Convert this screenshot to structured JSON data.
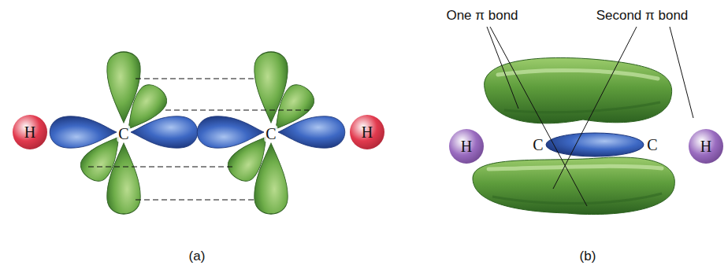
{
  "diagram": {
    "nodes": [
      {
        "text": [
          "H"
        ]
      },
      {
        "text": [
          "H"
        ]
      },
      {
        "text": [
          "H"
        ]
      },
      {
        "text": [
          "H"
        ]
      }
    ],
    "labels": [
      "One π bond",
      "Second π bond",
      "C",
      "C",
      "C",
      "C",
      "(a)",
      "(b)"
    ]
  }
}
